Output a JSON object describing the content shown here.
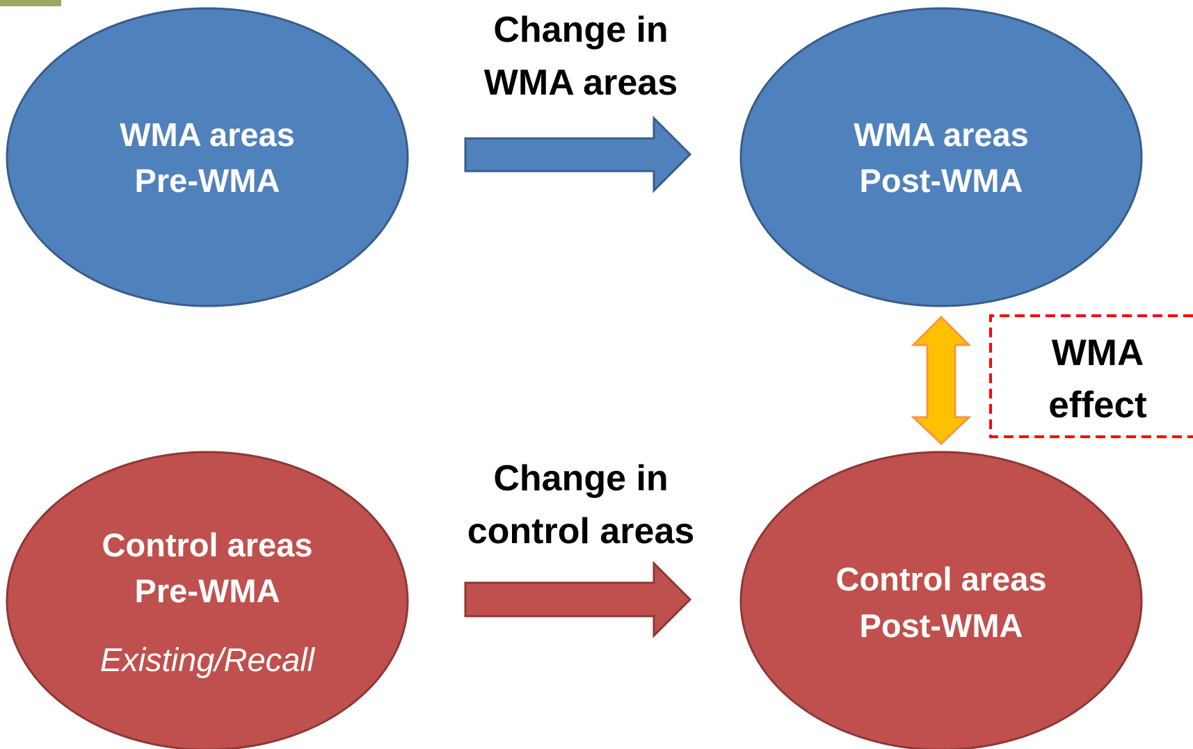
{
  "colors": {
    "wma_fill": "#4F81BD",
    "wma_stroke": "#385D8A",
    "control_fill": "#C0504D",
    "control_stroke": "#8C3836",
    "effect_arrow_fill": "#FFC000",
    "effect_arrow_stroke": "#F79646",
    "effect_box_border": "#FF0000",
    "corner_mark": "#9BA864"
  },
  "nodes": {
    "wma_pre": {
      "line1": "WMA areas",
      "line2": "Pre-WMA"
    },
    "wma_post": {
      "line1": "WMA areas",
      "line2": "Post-WMA"
    },
    "control_pre": {
      "line1": "Control areas",
      "line2": "Pre-WMA",
      "line3": "Existing/Recall"
    },
    "control_post": {
      "line1": "Control areas",
      "line2": "Post-WMA"
    }
  },
  "arrows": {
    "wma_change": {
      "line1": "Change in",
      "line2": "WMA areas"
    },
    "control_change": {
      "line1": "Change in",
      "line2": "control areas"
    }
  },
  "effect": {
    "line1": "WMA",
    "line2": "effect"
  }
}
